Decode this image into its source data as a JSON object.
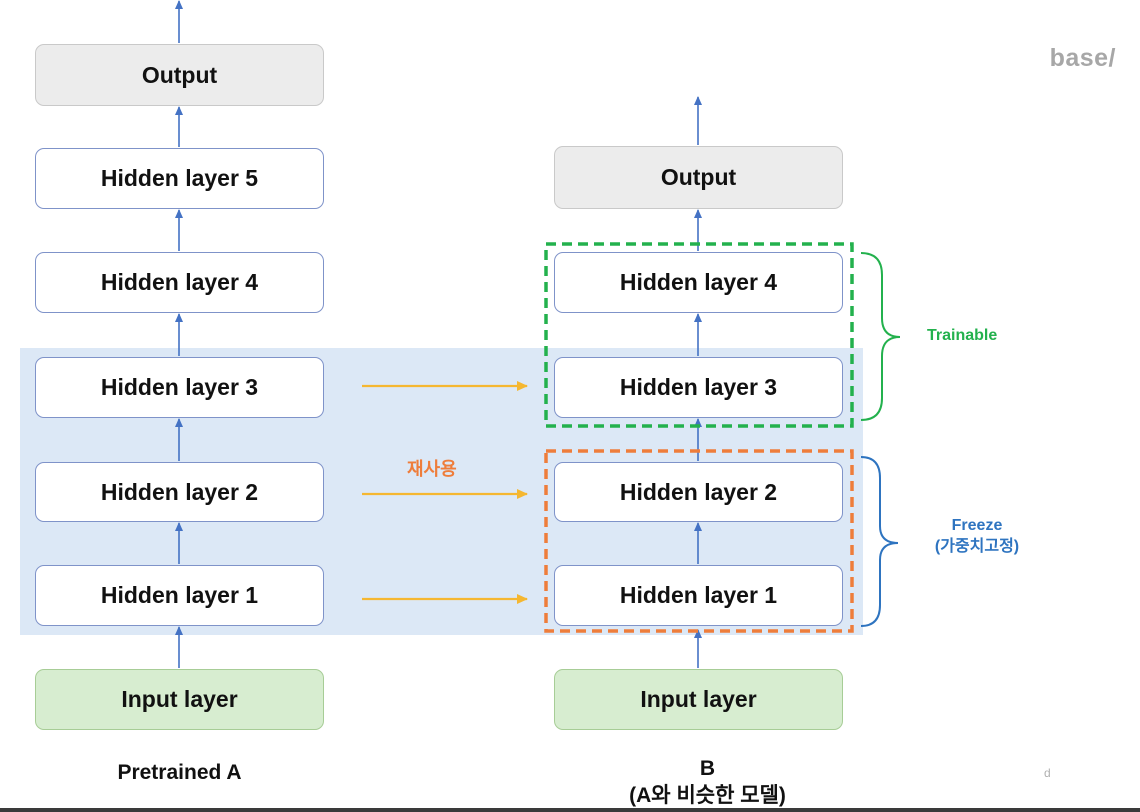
{
  "brand": {
    "logo": "base/",
    "corner_mark": "d"
  },
  "pretrained_a": {
    "caption": "Pretrained A",
    "output": "Output",
    "hidden_layer_5": "Hidden layer 5",
    "hidden_layer_4": "Hidden layer 4",
    "hidden_layer_3": "Hidden layer 3",
    "hidden_layer_2": "Hidden layer 2",
    "hidden_layer_1": "Hidden layer 1",
    "input": "Input layer"
  },
  "model_b": {
    "caption_line1": "B",
    "caption_line2": "(A와 비슷한 모델)",
    "output": "Output",
    "hidden_layer_4": "Hidden layer 4",
    "hidden_layer_3": "Hidden layer 3",
    "hidden_layer_2": "Hidden layer 2",
    "hidden_layer_1": "Hidden layer 1",
    "input": "Input layer"
  },
  "annotations": {
    "reuse": "재사용",
    "trainable": "Trainable",
    "freeze_line1": "Freeze",
    "freeze_line2": "(가중치고정)"
  },
  "colors": {
    "reused_region": "#dce8f6",
    "reuse_arrow": "#f5b731",
    "reuse_text": "#ee7d3b",
    "trainable": "#23b14d",
    "freeze": "#2e74c0",
    "freeze_box": "#ee7d3b",
    "flow_arrow": "#4472c4"
  }
}
